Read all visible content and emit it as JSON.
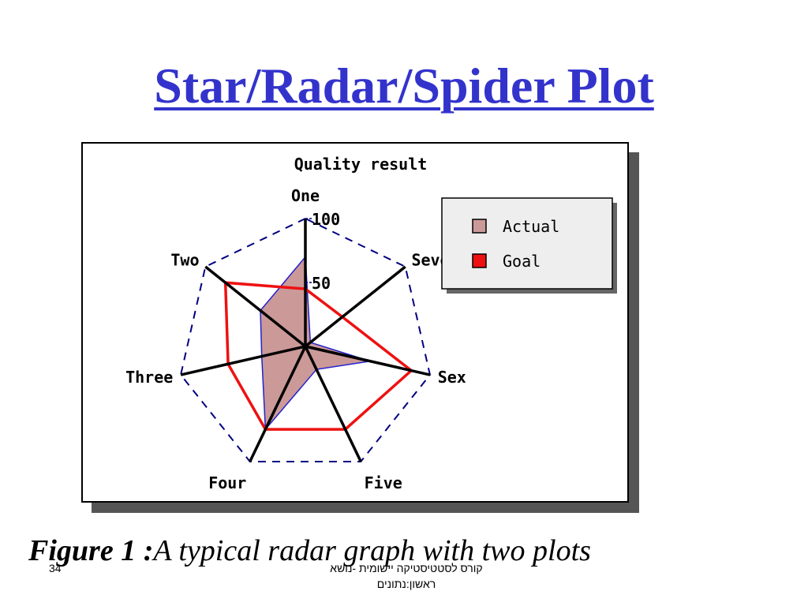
{
  "slide": {
    "title": "Star/Radar/Spider Plot",
    "caption_bold": "Figure 1 :",
    "caption_text": "A typical radar graph with two plots",
    "page_number": "34",
    "footer_line1": "קורס לסטטיסטיקה יישומית -נושא",
    "footer_line2": "ראשון:נתונים"
  },
  "chart_data": {
    "type": "radar",
    "title": "Quality result",
    "axes": [
      "One",
      "Two",
      "Three",
      "Four",
      "Five",
      "Sex",
      "Seven"
    ],
    "rlim": [
      0,
      100
    ],
    "rticks": [
      50,
      100
    ],
    "legend_position": "top-right",
    "series": [
      {
        "name": "Actual",
        "values": [
          70,
          45,
          35,
          72,
          20,
          52,
          5
        ],
        "fill": "#cc9999",
        "stroke": "#2222cc"
      },
      {
        "name": "Goal",
        "values": [
          45,
          80,
          62,
          72,
          72,
          85,
          37
        ],
        "fill": "none",
        "stroke": "#ee1111"
      }
    ],
    "colors": {
      "axis": "#000000",
      "grid": "#000080",
      "title_font_color": "#000000"
    }
  }
}
